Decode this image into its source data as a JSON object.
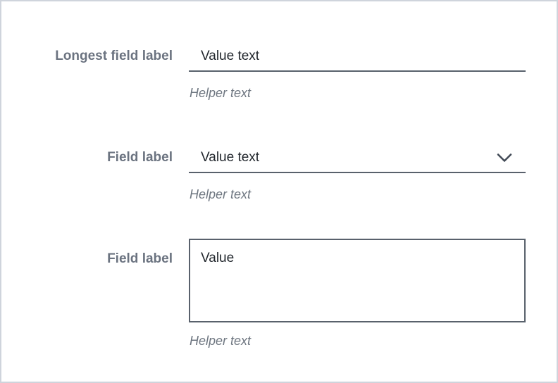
{
  "form": {
    "fields": [
      {
        "type": "text-input",
        "label": "Longest field label",
        "value": "Value text",
        "helper": "Helper text"
      },
      {
        "type": "select",
        "label": "Field label",
        "value": "Value text",
        "helper": "Helper text",
        "icon": "chevron-down-icon"
      },
      {
        "type": "textarea",
        "label": "Field label",
        "value": "Value",
        "helper": "Helper text"
      }
    ]
  },
  "colors": {
    "background": "#ffffff",
    "frame_border": "#cfd4dc",
    "label_text": "#6b7380",
    "value_text": "#22272d",
    "field_border": "#59616c",
    "helper_text": "#6e7680",
    "chevron": "#434b57"
  }
}
